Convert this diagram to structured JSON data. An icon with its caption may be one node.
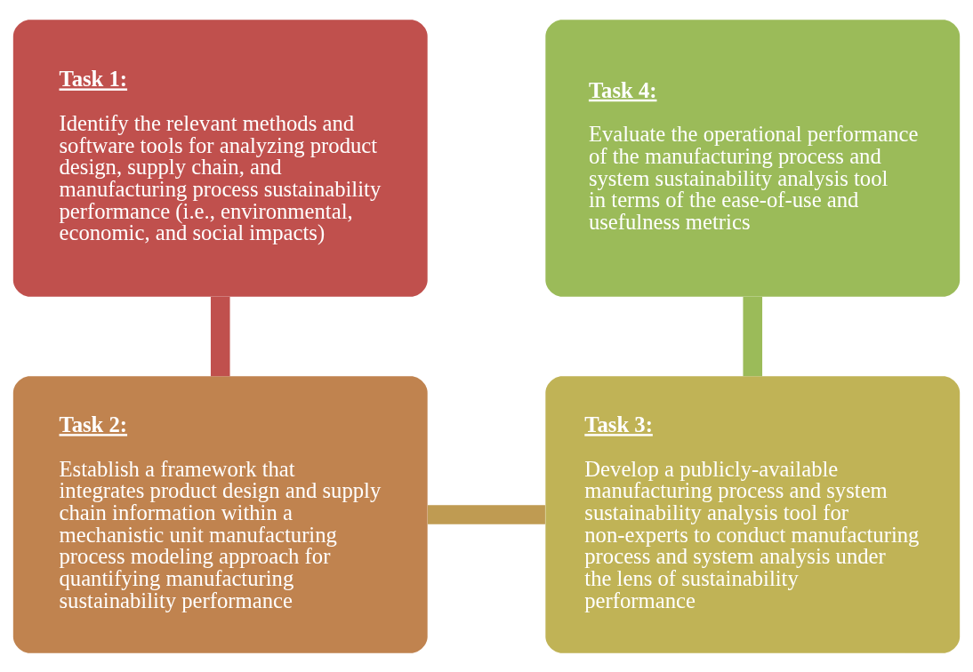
{
  "diagram": {
    "nodes": [
      {
        "text": [
          "Task 1:",
          "Identify the relevant methods and software tools for analyzing product design, supply chain, and manufacturing process sustainability performance (i.e., environmental, economic, and social impacts)"
        ]
      },
      {
        "text": [
          "Task 4:",
          "Evaluate the operational performance of the manufacturing process and system sustainability analysis tool in terms of the ease-of-use and usefulness metrics"
        ]
      },
      {
        "text": [
          "Task 2:",
          "Establish a framework that integrates product design and supply chain information within a mechanistic unit manufacturing process modeling approach for quantifying manufacturing sustainability performance"
        ]
      },
      {
        "text": [
          "Task 3:",
          "Develop a publicly-available manufacturing process and system sustainability analysis tool for non-experts to conduct manufacturing process and system analysis under the lens of sustainability performance"
        ]
      }
    ],
    "edges": [
      {
        "from": 0,
        "to": 2,
        "arrow": "none",
        "color": "#c0504d"
      },
      {
        "from": 2,
        "to": 3,
        "arrow": "none",
        "color": "#bf9b52"
      },
      {
        "from": 1,
        "to": 3,
        "arrow": "none",
        "color": "#9bbb59"
      }
    ]
  }
}
